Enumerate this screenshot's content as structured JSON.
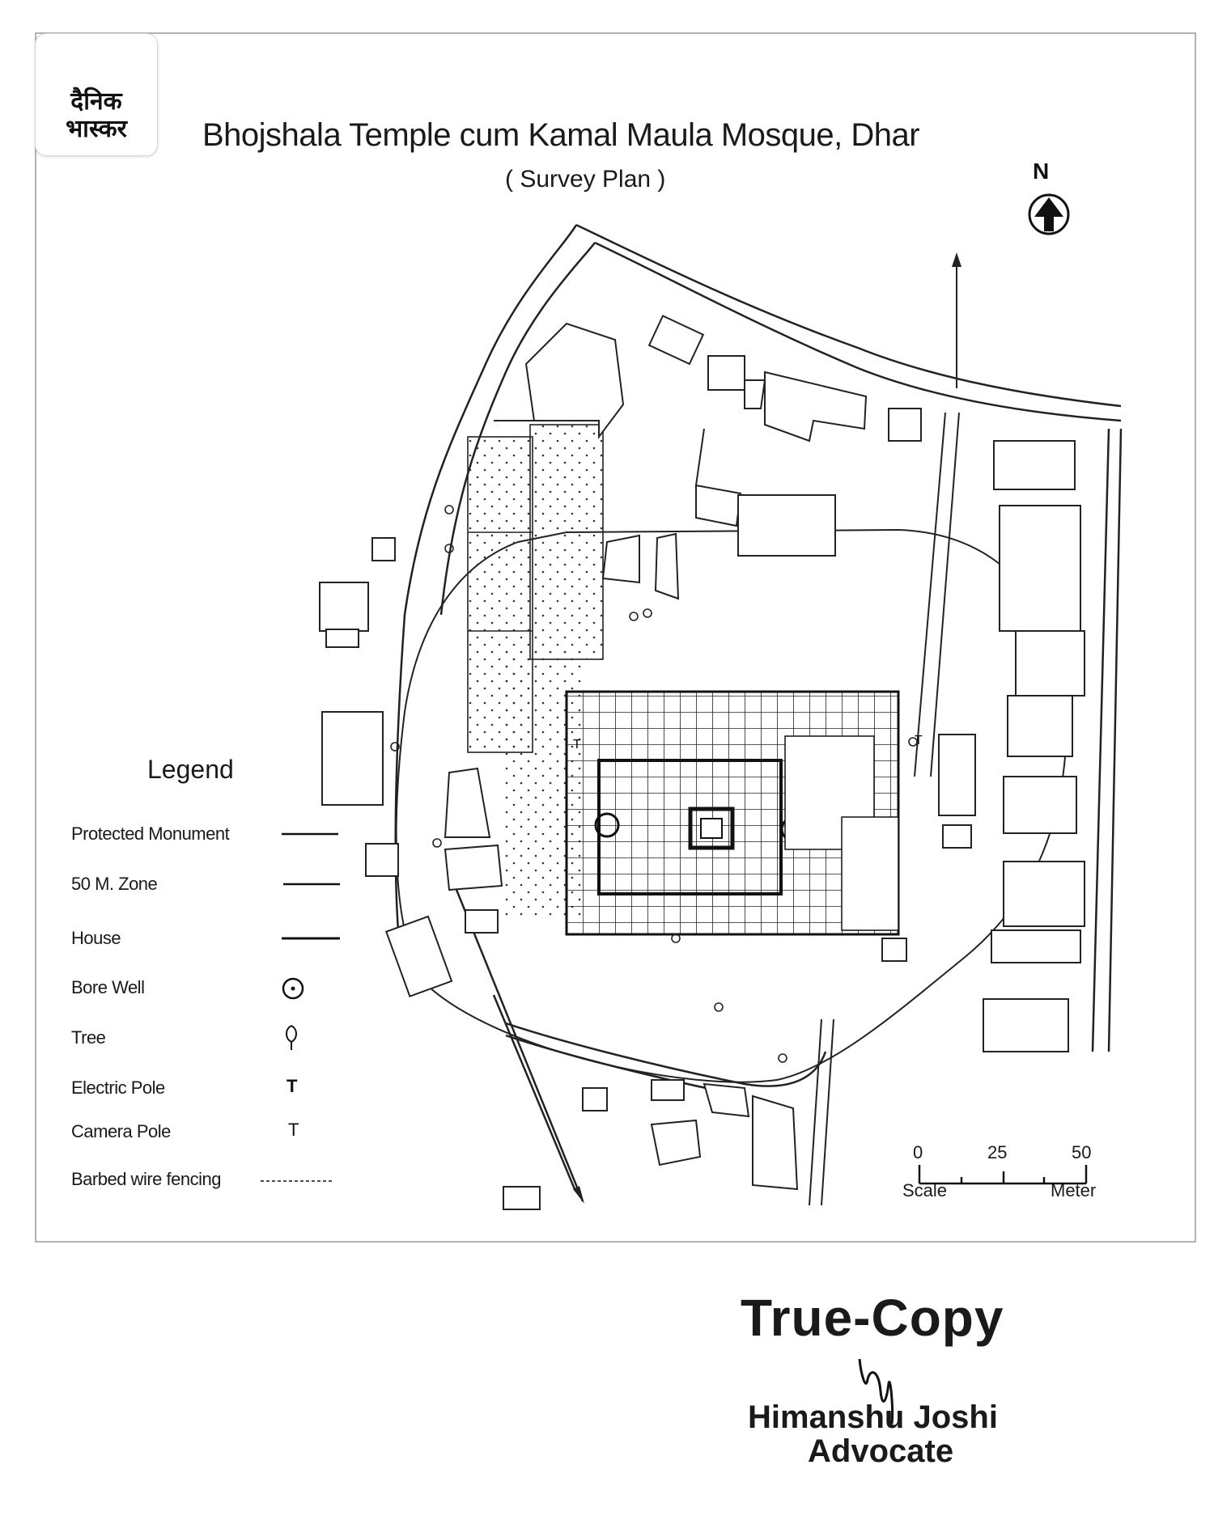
{
  "brand": {
    "logo_line1": "दैनिक",
    "logo_line2": "भास्कर",
    "accent": "#f5a623"
  },
  "map": {
    "title": "Bhojshala Temple cum Kamal Maula Mosque, Dhar",
    "subtitle": "( Survey Plan )",
    "north_label": "N"
  },
  "legend": {
    "title": "Legend",
    "items": [
      {
        "label": "Protected Monument",
        "symbol": "solid-line"
      },
      {
        "label": "50 M. Zone",
        "symbol": "solid-line"
      },
      {
        "label": "House",
        "symbol": "solid-line"
      },
      {
        "label": "Bore Well",
        "symbol": "circle-dot-icon"
      },
      {
        "label": "Tree",
        "symbol": "tree-icon"
      },
      {
        "label": "Electric Pole",
        "symbol": "T"
      },
      {
        "label": "Camera Pole",
        "symbol": "T"
      },
      {
        "label": "Barbed wire fencing",
        "symbol": "dashed-line"
      }
    ]
  },
  "scale": {
    "ticks": [
      "0",
      "25",
      "50"
    ],
    "left_label": "Scale",
    "right_label": "Meter"
  },
  "attestation": {
    "true_copy": "True-Copy",
    "signature": "hy",
    "name": "Himanshu Joshi",
    "role": "Advocate"
  }
}
